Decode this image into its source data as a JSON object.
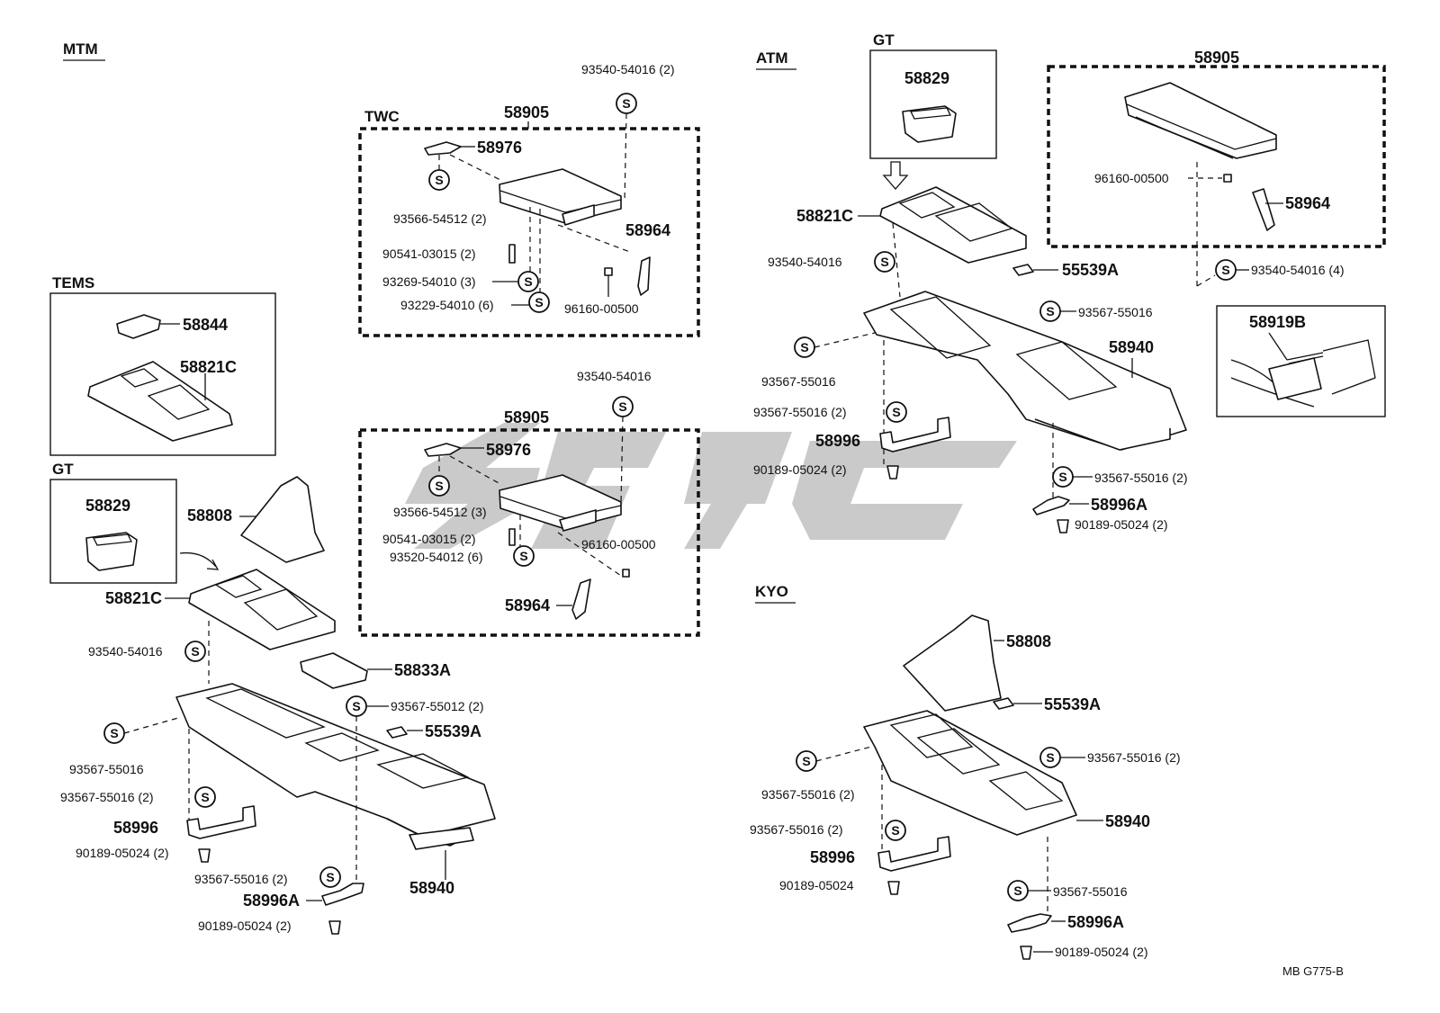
{
  "sections": {
    "mtm": "MTM",
    "atm": "ATM",
    "kyo": "KYO",
    "tems": "TEMS",
    "gt": "GT",
    "twc": "TWC"
  },
  "stamp": "S",
  "mtm_parts": {
    "p93540_2": "93540-54016 (2)",
    "p58905_a": "58905",
    "p58976_a": "58976",
    "p93566_2": "93566-54512 (2)",
    "p90541_a": "90541-03015 (2)",
    "p93269": "93269-54010 (3)",
    "p93229": "93229-54010 (6)",
    "p58964_a": "58964",
    "p96160_a": "96160-00500",
    "p93540_b": "93540-54016",
    "p58905_b": "58905",
    "p58976_b": "58976",
    "p93566_3": "93566-54512 (3)",
    "p90541_b": "90541-03015 (2)",
    "p93520": "93520-54012 (6)",
    "p96160_b": "96160-00500",
    "p58964_b": "58964",
    "p58844": "58844",
    "p58821c_tems": "58821C",
    "p58829": "58829",
    "p58808": "58808",
    "p58821c": "58821C",
    "p93540_c": "93540-54016",
    "p58833a": "58833A",
    "p93567_55012": "93567-55012 (2)",
    "p55539a": "55539A",
    "p93567_a": "93567-55016",
    "p93567_b": "93567-55016 (2)",
    "p58996": "58996",
    "p90189_a": "90189-05024 (2)",
    "p93567_c": "93567-55016 (2)",
    "p58996a": "58996A",
    "p90189_b": "90189-05024 (2)",
    "p58940": "58940"
  },
  "atm_parts": {
    "p58829": "58829",
    "p58821c": "58821C",
    "p93540_a": "93540-54016",
    "p55539a": "55539A",
    "p93567_a": "93567-55016",
    "p93567_b": "93567-55016",
    "p58940": "58940",
    "p93567_c": "93567-55016 (2)",
    "p58996": "58996",
    "p90189_a": "90189-05024 (2)",
    "p93567_d": "93567-55016 (2)",
    "p58996a": "58996A",
    "p90189_b": "90189-05024 (2)",
    "p58905": "58905",
    "p96160": "96160-00500",
    "p58964": "58964",
    "p93540_4": "93540-54016 (4)",
    "p58919b": "58919B"
  },
  "kyo_parts": {
    "p58808": "58808",
    "p55539a": "55539A",
    "p93567_a": "93567-55016 (2)",
    "p93567_b": "93567-55016 (2)",
    "p58940": "58940",
    "p93567_c": "93567-55016 (2)",
    "p58996": "58996",
    "p90189": "90189-05024",
    "p93567_d": "93567-55016",
    "p58996a": "58996A",
    "p90189_b": "90189-05024 (2)"
  },
  "corner_code": "MB  G775-B",
  "colors": {
    "ink": "#111111",
    "watermark": "#b8b8b8",
    "paper": "#ffffff"
  }
}
